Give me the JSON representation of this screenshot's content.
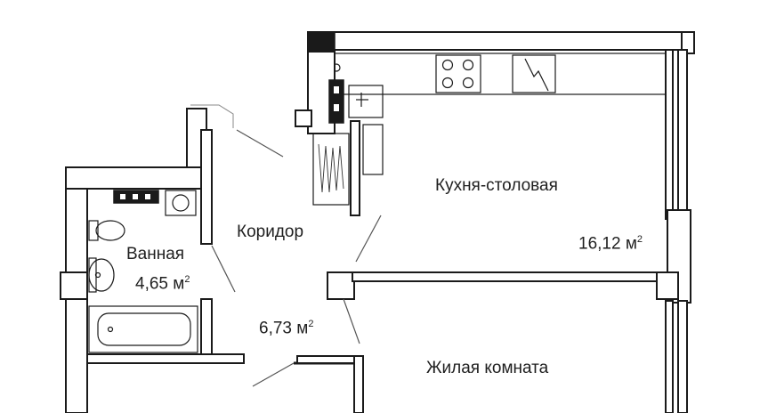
{
  "rooms": {
    "kitchen": {
      "name": "Кухня-столовая",
      "area_value": "16,12 м",
      "area_sup": "2"
    },
    "corridor": {
      "name": "Коридор",
      "area_value": "6,73 м",
      "area_sup": "2"
    },
    "bathroom": {
      "name": "Ванная",
      "area_value": "4,65 м",
      "area_sup": "2"
    },
    "living": {
      "name": "Жилая комната"
    }
  }
}
